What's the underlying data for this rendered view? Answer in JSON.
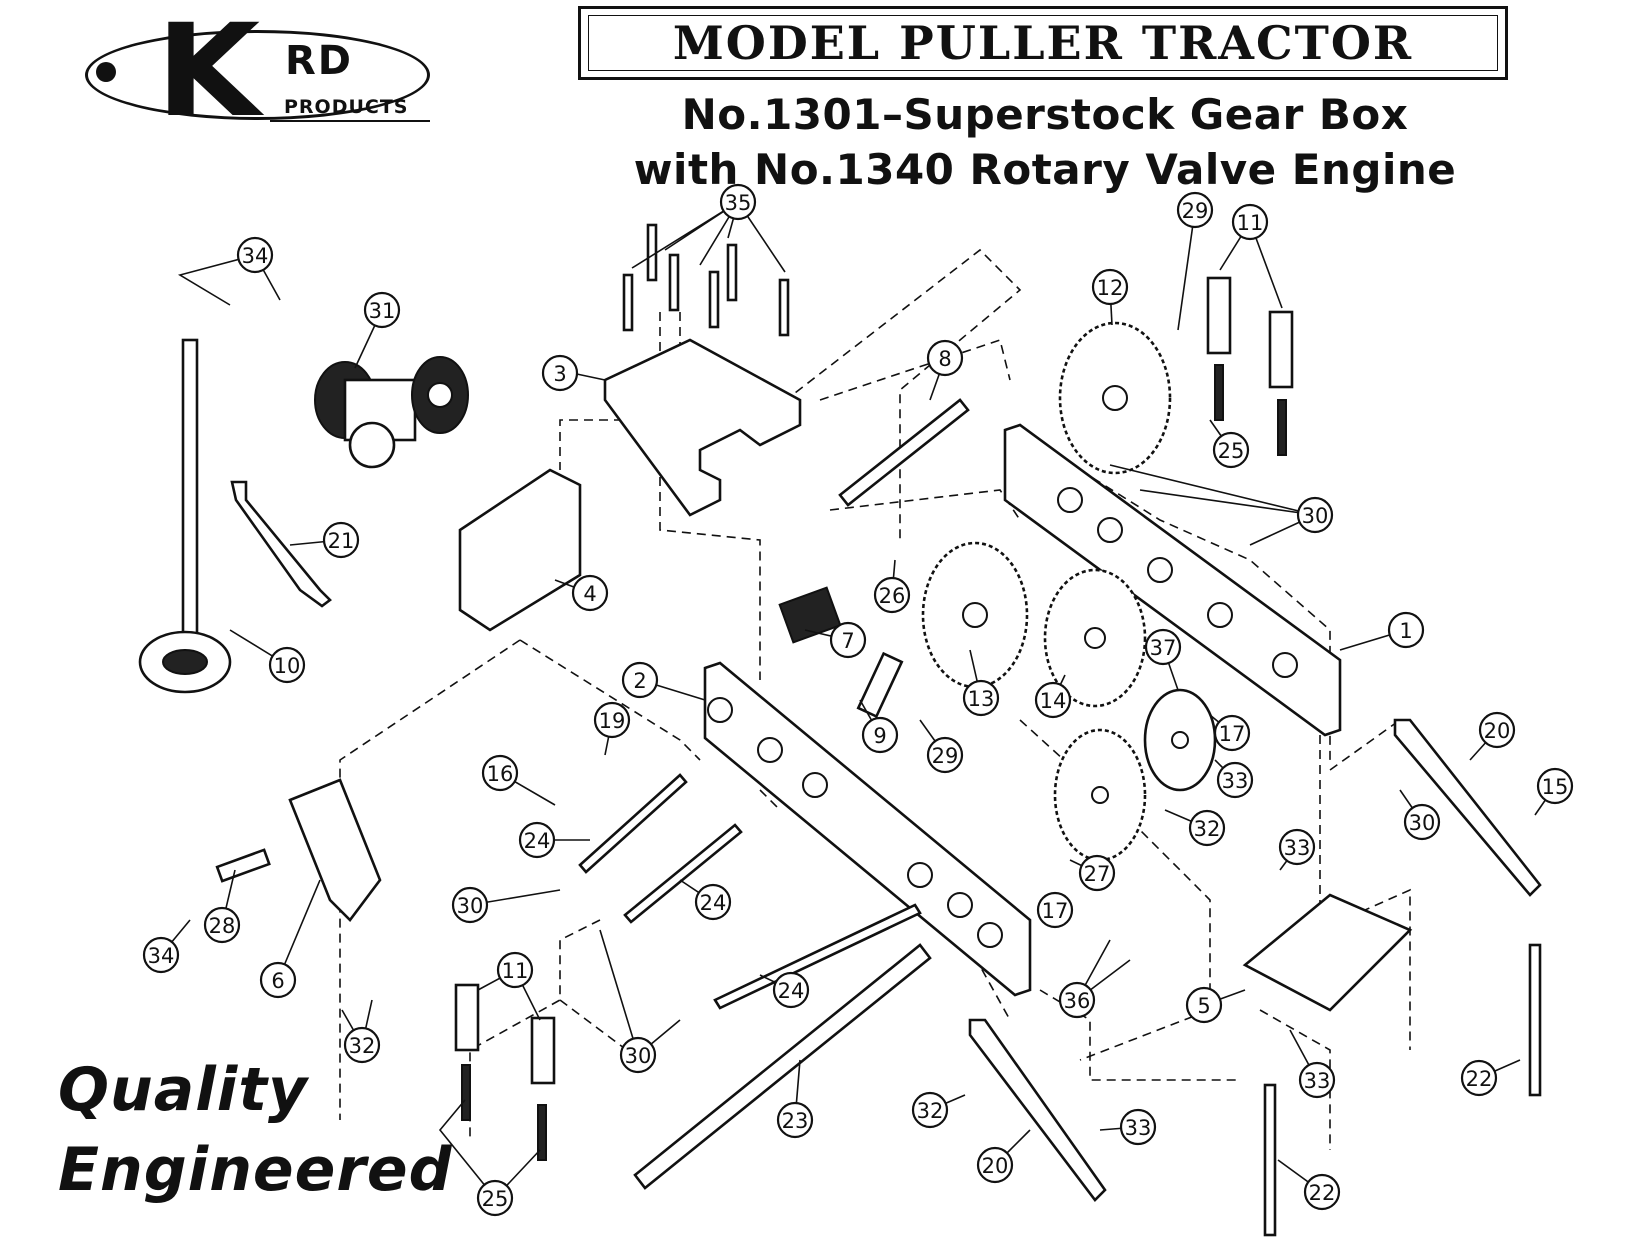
{
  "logo": {
    "letter": "K",
    "rd": "RD",
    "products": "PRODUCTS"
  },
  "title": "MODEL PULLER TRACTOR",
  "subtitle_line1": "No.1301–Superstock Gear Box",
  "subtitle_line2": "with No.1340 Rotary Valve Engine",
  "tagline_line1": "Quality",
  "tagline_line2": "Engineered",
  "callouts": [
    {
      "label": "35"
    },
    {
      "label": "29"
    },
    {
      "label": "11"
    },
    {
      "label": "34"
    },
    {
      "label": "31"
    },
    {
      "label": "12"
    },
    {
      "label": "3"
    },
    {
      "label": "8"
    },
    {
      "label": "25"
    },
    {
      "label": "30"
    },
    {
      "label": "21"
    },
    {
      "label": "26"
    },
    {
      "label": "4"
    },
    {
      "label": "7"
    },
    {
      "label": "1"
    },
    {
      "label": "10"
    },
    {
      "label": "2"
    },
    {
      "label": "37"
    },
    {
      "label": "13"
    },
    {
      "label": "14"
    },
    {
      "label": "17"
    },
    {
      "label": "9"
    },
    {
      "label": "29"
    },
    {
      "label": "19"
    },
    {
      "label": "20"
    },
    {
      "label": "33"
    },
    {
      "label": "16"
    },
    {
      "label": "30"
    },
    {
      "label": "32"
    },
    {
      "label": "15"
    },
    {
      "label": "24"
    },
    {
      "label": "33"
    },
    {
      "label": "27"
    },
    {
      "label": "30"
    },
    {
      "label": "24"
    },
    {
      "label": "17"
    },
    {
      "label": "34"
    },
    {
      "label": "28"
    },
    {
      "label": "6"
    },
    {
      "label": "36"
    },
    {
      "label": "5"
    },
    {
      "label": "24"
    },
    {
      "label": "11"
    },
    {
      "label": "32"
    },
    {
      "label": "30"
    },
    {
      "label": "33"
    },
    {
      "label": "22"
    },
    {
      "label": "23"
    },
    {
      "label": "32"
    },
    {
      "label": "33"
    },
    {
      "label": "20"
    },
    {
      "label": "22"
    },
    {
      "label": "25"
    }
  ]
}
